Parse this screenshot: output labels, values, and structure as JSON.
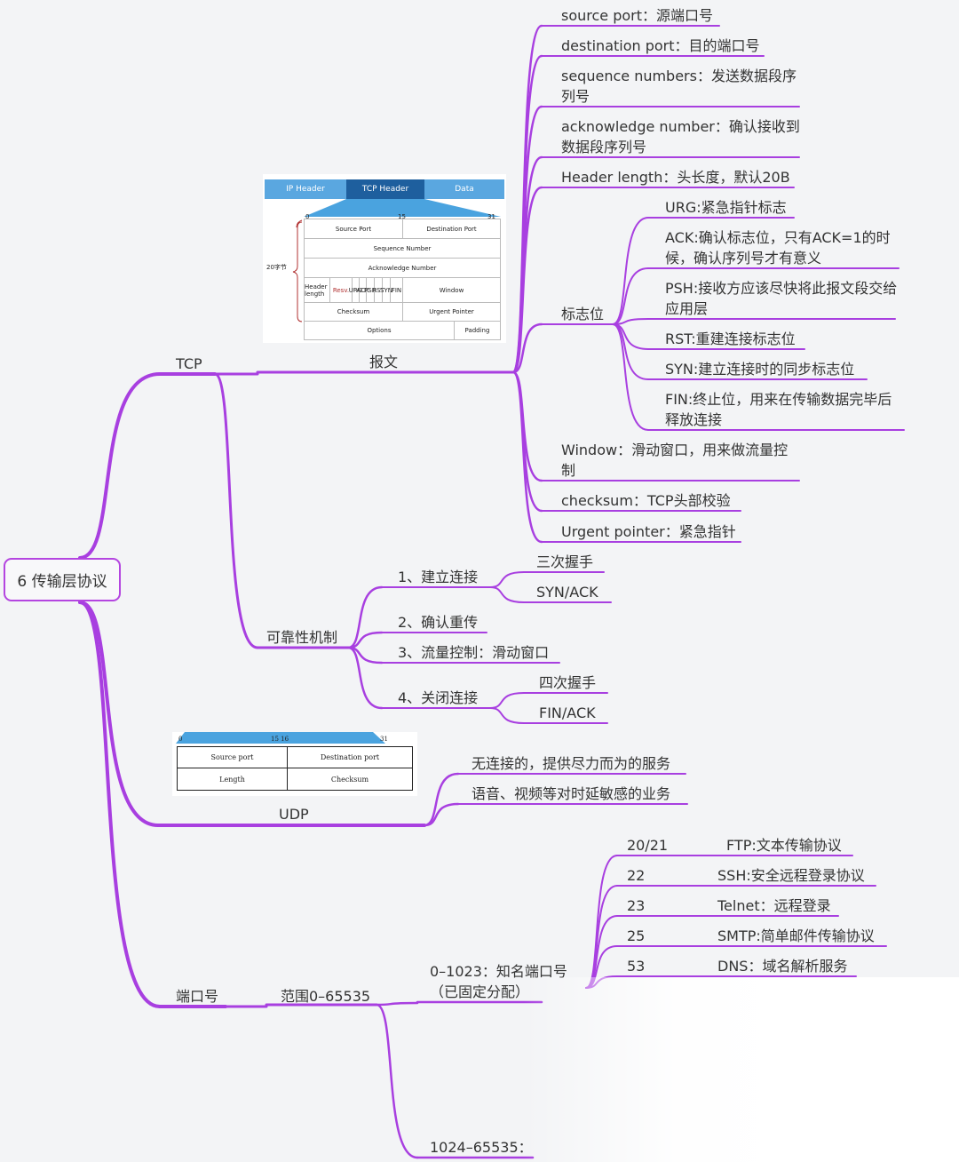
{
  "root": {
    "label": "6 传输层协议"
  },
  "tcp": {
    "label": "TCP",
    "segment": {
      "label": "报文",
      "fields": [
        "source port：源端口号",
        "destination port：目的端口号",
        "sequence numbers：发送数据段序列号",
        "acknowledge number：确认接收到数据段序列号",
        "Header length：头长度，默认20B"
      ],
      "flags": {
        "label": "标志位",
        "items": [
          "URG:紧急指针标志",
          "ACK:确认标志位，只有ACK=1的时候，确认序列号才有意义",
          "PSH:接收方应该尽快将此报文段交给应用层",
          "RST:重建连接标志位",
          "SYN:建立连接时的同步标志位",
          "FIN:终止位，用来在传输数据完毕后释放连接"
        ]
      },
      "more_fields": [
        "Window：滑动窗口，用来做流量控制",
        "checksum：TCP头部校验",
        "Urgent pointer：紧急指针"
      ]
    },
    "reliability": {
      "label": "可靠性机制",
      "items": [
        {
          "label": "1、建立连接",
          "children": [
            "三次握手",
            "SYN/ACK"
          ]
        },
        {
          "label": "2、确认重传",
          "children": []
        },
        {
          "label": "3、流量控制：滑动窗口",
          "children": []
        },
        {
          "label": "4、关闭连接",
          "children": [
            "四次握手",
            "FIN/ACK"
          ]
        }
      ]
    },
    "header_image": {
      "tabs": [
        "IP Header",
        "TCP  Header",
        "Data"
      ],
      "bits": [
        "0",
        "15",
        "31"
      ],
      "side_label": "20字节",
      "rows": {
        "source_port": "Source Port",
        "destination_port": "Destination Port",
        "sequence_number": "Sequence Number",
        "acknowledge_number": "Acknowledge Number",
        "header_length": "Header length",
        "resv": "Resv.",
        "flag_cols": [
          "URG",
          "ACK",
          "PSH",
          "RST",
          "SYN",
          "FIN"
        ],
        "window": "Window",
        "checksum": "Checksum",
        "urgent_pointer": "Urgent Pointer",
        "options": "Options",
        "padding": "Padding"
      },
      "colors": {
        "tab_light": "#5aa7e0",
        "tab_dark": "#1e5f9e",
        "trapezoid": "#4aa3df",
        "brace": "#b03030"
      }
    }
  },
  "udp": {
    "label": "UDP",
    "items": [
      "无连接的，提供尽力而为的服务",
      "语音、视频等对时延敏感的业务"
    ],
    "header_image": {
      "bits": [
        "0",
        "15 16",
        "31"
      ],
      "source_port": "Source port",
      "destination_port": "Destination port",
      "length": "Length",
      "checksum": "Checksum"
    }
  },
  "ports": {
    "label": "端口号",
    "range": "范围0–65535",
    "well_known": {
      "label": "0–1023：知名端口号（已固定分配）",
      "items": [
        {
          "port": "20/21",
          "desc": "FTP:文本传输协议"
        },
        {
          "port": "22",
          "desc": "SSH:安全远程登录协议"
        },
        {
          "port": "23",
          "desc": "Telnet：远程登录"
        },
        {
          "port": "25",
          "desc": "SMTP:简单邮件传输协议"
        },
        {
          "port": "53",
          "desc": "DNS：域名解析服务"
        }
      ]
    },
    "dynamic": {
      "label": "1024–65535："
    }
  },
  "colors": {
    "branch": "#a83fe0",
    "background": "#f3f4f6",
    "root_border": "#b445e0"
  }
}
